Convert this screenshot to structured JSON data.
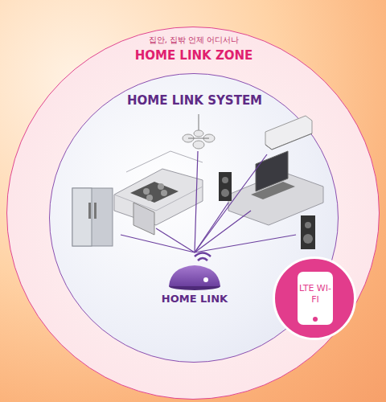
{
  "diagram": {
    "nodes": [
      {
        "text": [
          "집안, 집밖 언제 어디서나",
          "HOME LINK ZONE"
        ]
      },
      {
        "text": [
          "HOME LINK SYSTEM"
        ],
        "in": 0
      },
      {
        "text": [
          "HOME LINK"
        ],
        "in": 1
      },
      {
        "text": [
          "LTE WI-FI"
        ],
        "in": 0
      }
    ]
  }
}
